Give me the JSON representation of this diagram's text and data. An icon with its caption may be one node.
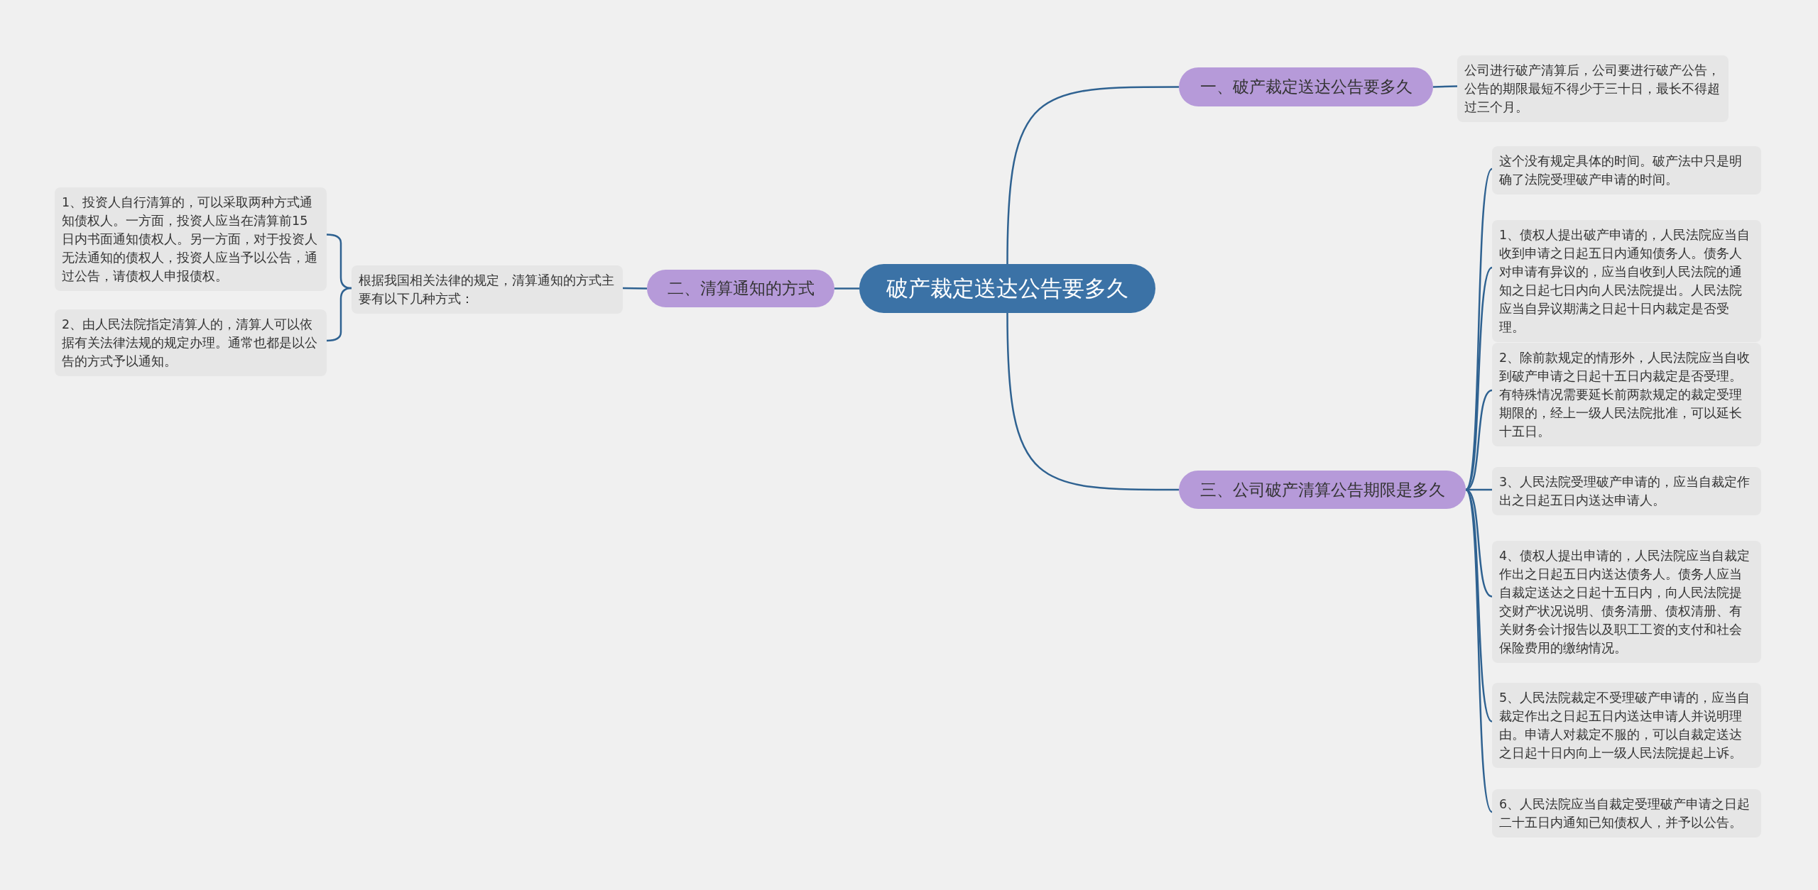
{
  "diagram": {
    "nodes": [
      {
        "text": [
          "破产裁定送达公告要多久"
        ]
      },
      {
        "text": [
          "一、破产裁定送达公告要多久"
        ]
      },
      {
        "text": [
          "公司进行破产清算后，公司要进行破产公告，公告的期限最短不得少于三十日，最长不得超过三个月。"
        ]
      },
      {
        "text": [
          "二、清算通知的方式"
        ]
      },
      {
        "text": [
          "根据我国相关法律的规定，清算通知的方式主要有以下几种方式："
        ]
      },
      {
        "text": [
          "1、投资人自行清算的，可以采取两种方式通知债权人。一方面，投资人应当在清算前15日内书面通知债权人。另一方面，对于投资人无法通知的债权人，投资人应当予以公告，通过公告，请债权人申报债权。"
        ]
      },
      {
        "text": [
          "2、由人民法院指定清算人的，清算人可以依据有关法律法规的规定办理。通常也都是以公告的方式予以通知。"
        ]
      },
      {
        "text": [
          "三、公司破产清算公告期限是多久"
        ]
      },
      {
        "text": [
          "这个没有规定具体的时间。破产法中只是明确了法院受理破产申请的时间。"
        ]
      },
      {
        "text": [
          "1、债权人提出破产申请的，人民法院应当自收到申请之日起五日内通知债务人。债务人对申请有异议的，应当自收到人民法院的通知之日起七日内向人民法院提出。人民法院应当自异议期满之日起十日内裁定是否受理。"
        ]
      },
      {
        "text": [
          "2、除前款规定的情形外，人民法院应当自收到破产申请之日起十五日内裁定是否受理。有特殊情况需要延长前两款规定的裁定受理期限的，经上一级人民法院批准，可以延长十五日。"
        ]
      },
      {
        "text": [
          "3、人民法院受理破产申请的，应当自裁定作出之日起五日内送达申请人。"
        ]
      },
      {
        "text": [
          "4、债权人提出申请的，人民法院应当自裁定作出之日起五日内送达债务人。债务人应当自裁定送达之日起十五日内，向人民法院提交财产状况说明、债务清册、债权清册、有关财务会计报告以及职工工资的支付和社会保险费用的缴纳情况。"
        ]
      },
      {
        "text": [
          "5、人民法院裁定不受理破产申请的，应当自裁定作出之日起五日内送达申请人并说明理由。申请人对裁定不服的，可以自裁定送达之日起十日内向上一级人民法院提起上诉。"
        ]
      },
      {
        "text": [
          "6、人民法院应当自裁定受理破产申请之日起二十五日内通知已知债权人，并予以公告。"
        ]
      }
    ],
    "edges": [
      {
        "from": 0,
        "to": 1,
        "arrow": "none"
      },
      {
        "from": 0,
        "to": 3,
        "arrow": "none"
      },
      {
        "from": 0,
        "to": 7,
        "arrow": "none"
      },
      {
        "from": 1,
        "to": 2,
        "arrow": "none"
      },
      {
        "from": 3,
        "to": 4,
        "arrow": "none"
      },
      {
        "from": 4,
        "to": 5,
        "arrow": "none"
      },
      {
        "from": 4,
        "to": 6,
        "arrow": "none"
      },
      {
        "from": 7,
        "to": 8,
        "arrow": "none"
      },
      {
        "from": 7,
        "to": 9,
        "arrow": "none"
      },
      {
        "from": 7,
        "to": 10,
        "arrow": "none"
      },
      {
        "from": 7,
        "to": 11,
        "arrow": "none"
      },
      {
        "from": 7,
        "to": 12,
        "arrow": "none"
      },
      {
        "from": 7,
        "to": 13,
        "arrow": "none"
      },
      {
        "from": 7,
        "to": 14,
        "arrow": "none"
      }
    ]
  }
}
